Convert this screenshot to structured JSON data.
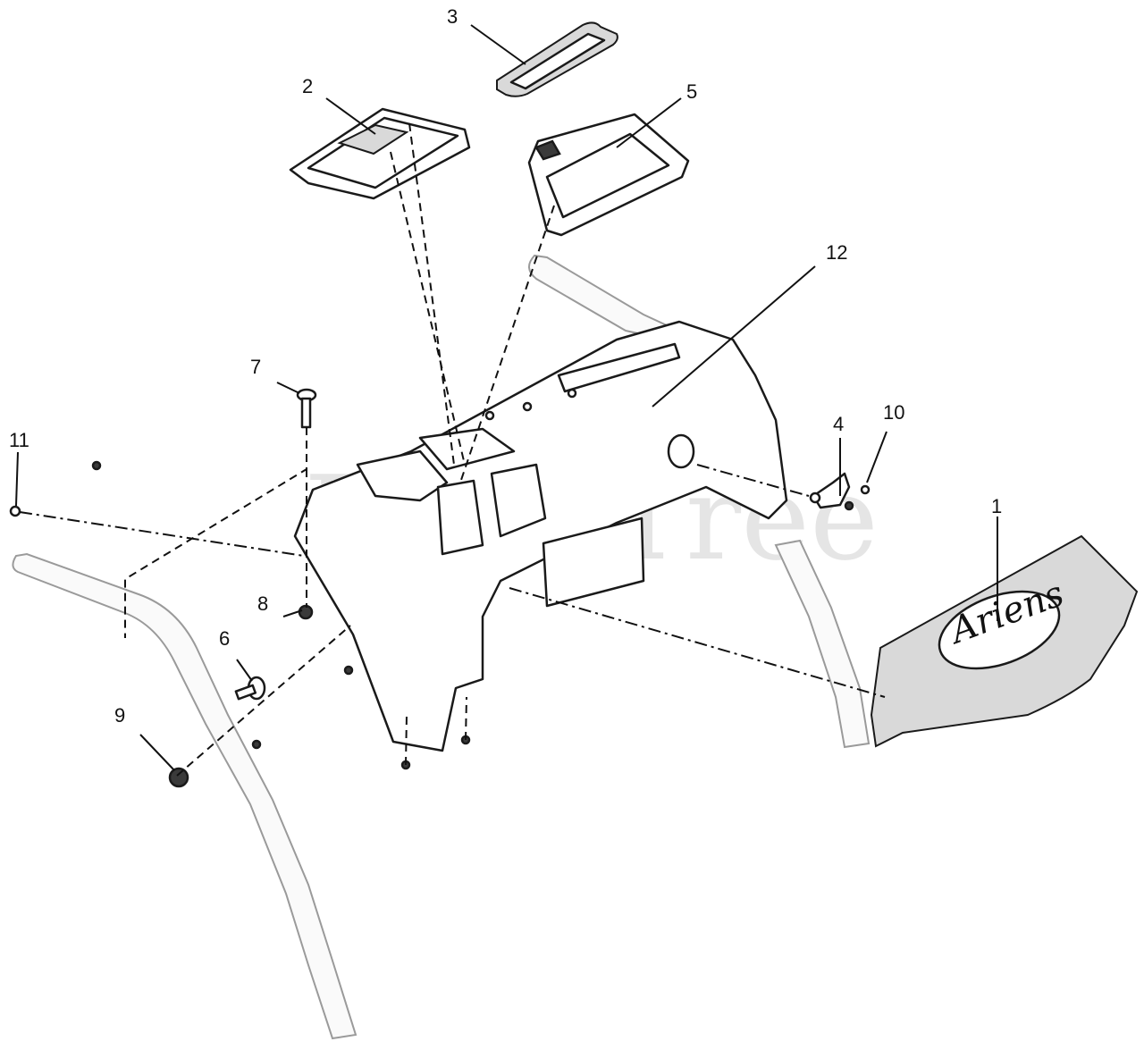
{
  "watermark": "PartsTree",
  "logo_text": "Ariens",
  "callouts": [
    {
      "id": "1",
      "label": "1"
    },
    {
      "id": "2",
      "label": "2"
    },
    {
      "id": "3",
      "label": "3"
    },
    {
      "id": "4",
      "label": "4"
    },
    {
      "id": "5",
      "label": "5"
    },
    {
      "id": "6",
      "label": "6"
    },
    {
      "id": "7",
      "label": "7"
    },
    {
      "id": "8",
      "label": "8"
    },
    {
      "id": "9",
      "label": "9"
    },
    {
      "id": "10",
      "label": "10"
    },
    {
      "id": "11",
      "label": "11"
    },
    {
      "id": "12",
      "label": "12"
    }
  ]
}
